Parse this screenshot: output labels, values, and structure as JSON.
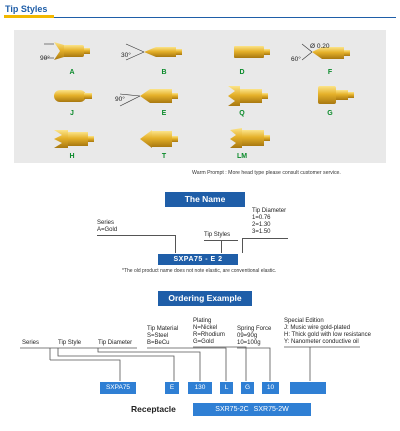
{
  "header": {
    "title": "Tip Styles"
  },
  "tips": [
    {
      "letter": "A"
    },
    {
      "letter": "B"
    },
    {
      "letter": "D"
    },
    {
      "letter": "F"
    },
    {
      "letter": "J"
    },
    {
      "letter": "E"
    },
    {
      "letter": "Q"
    },
    {
      "letter": "G"
    },
    {
      "letter": "H"
    },
    {
      "letter": "T"
    },
    {
      "letter": "LM"
    }
  ],
  "angles": {
    "a": "90°",
    "b": "30°",
    "f": "60°",
    "e": "90°",
    "f_dia": "Ø 0.20"
  },
  "warm_prompt": "Warm Prompt : More head type please consult customer service.",
  "name_section": {
    "title": "The Name",
    "series_label": "Series",
    "series_value": "A=Gold",
    "tip_styles_label": "Tip Styles",
    "tip_diameter_label": "Tip Diameter",
    "tip_diameter_values": [
      "1=0.76",
      "2=1.30",
      "3=1.50"
    ],
    "code": "SXPA75  -  E  2",
    "note": "*The old product name does not note elastic, are conventional elastic."
  },
  "ordering": {
    "title": "Ordering Example",
    "labels": {
      "series": "Series",
      "tip_style": "Tip Style",
      "tip_diameter": "Tip Diameter",
      "tip_material": "Tip Material",
      "tip_material_values": [
        "S=Steel",
        "B=BeCu"
      ],
      "plating": "Plating",
      "plating_values": [
        "N=Nickel",
        "R=Rhodium",
        "G=Gold"
      ],
      "spring_force": "Spring Force",
      "spring_values": [
        "09=90g",
        "10=100g"
      ],
      "special": "Special Edition",
      "special_values": [
        "J: Music wire gold-plated",
        "H: Thick gold with low resistance",
        "Y: Nanometer conductive oil"
      ]
    },
    "boxes": [
      "SXPA75",
      "E",
      "130",
      "L",
      "G",
      "10",
      ""
    ],
    "receptacle_label": "Receptacle",
    "receptacle_value": "SXR75-2C   SXR75-2W"
  }
}
